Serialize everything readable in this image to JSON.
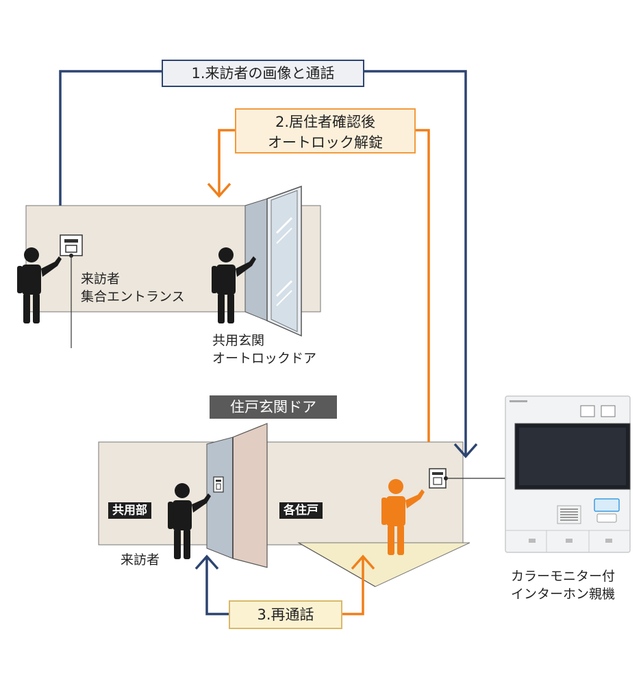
{
  "steps": {
    "step1": "1.来訪者の画像と通話",
    "step2_line1": "2.居住者確認後",
    "step2_line2": "オートロック解錠",
    "step3": "3.再通話"
  },
  "labels": {
    "visitor_entrance_line1": "来訪者",
    "visitor_entrance_line2": "集合エントランス",
    "autolock_door_line1": "共用玄関",
    "autolock_door_line2": "オートロックドア",
    "unit_door_title": "住戸玄関ドア",
    "common_area": "共用部",
    "each_unit": "各住戸",
    "visitor_bottom": "来訪者",
    "monitor_line1": "カラーモニター付",
    "monitor_line2": "インターホン親機"
  },
  "colors": {
    "navy_line": "#2c4470",
    "orange_line": "#f07f1a",
    "wall": "#ece6dc",
    "figure": "#1a1a1a",
    "resident": "#f07f1a"
  }
}
